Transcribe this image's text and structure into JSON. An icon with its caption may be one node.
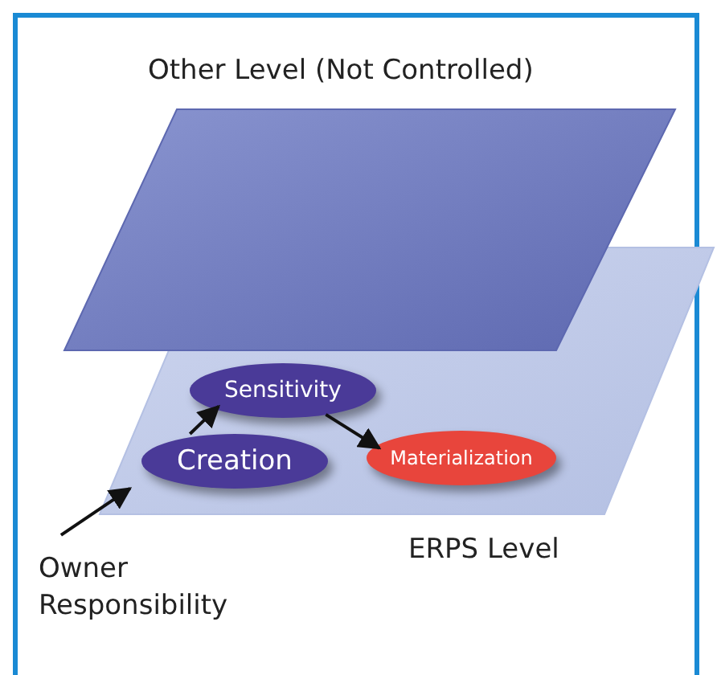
{
  "diagram": {
    "nodes": [
      {
        "text": [
          "Other Level (Not Controlled)"
        ]
      },
      {
        "text": [
          "ERPS Level"
        ]
      },
      {
        "text": [
          "Sensitivity"
        ],
        "in": 1
      },
      {
        "text": [
          "Creation"
        ],
        "in": 1
      },
      {
        "text": [
          "Materialization"
        ],
        "in": 1
      },
      {
        "text": [
          "Owner Responsibility"
        ]
      }
    ],
    "edges": [
      {
        "from": 3,
        "to": 2,
        "arrow": "to"
      },
      {
        "from": 2,
        "to": 4,
        "arrow": "to"
      },
      {
        "from": 5,
        "to": 1,
        "arrow": "to"
      }
    ]
  }
}
